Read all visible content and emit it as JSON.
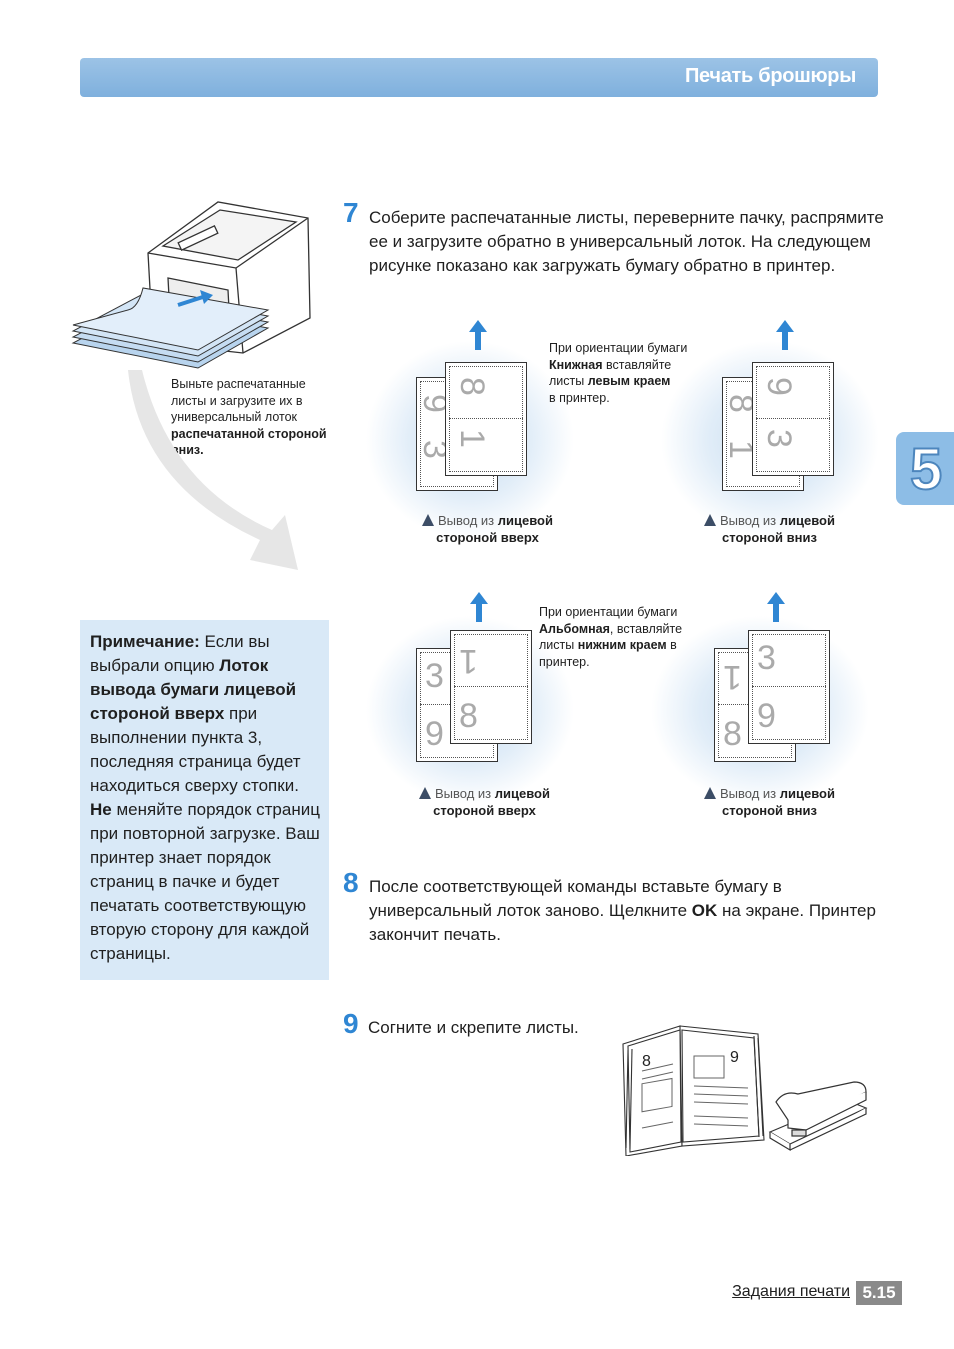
{
  "header": {
    "title": "Печать брошюры"
  },
  "side_tab": {
    "chapter": "5"
  },
  "step7": {
    "number": "7",
    "line1": "Соберите распечатанные листы, переверните пачку, распрямите",
    "line2": "ее и загрузите обратно в универсальный лоток. На следующем",
    "line3": "рисунке показано как загружать бумагу обратно в принтер."
  },
  "printer_caption": {
    "line1": "Выньте распечатанные",
    "line2": "листы и загрузите их в",
    "line3": "универсальный лоток",
    "line4": "распечатанной стороной",
    "line5": "вниз."
  },
  "portrait_caption": {
    "line1": "При ориентации бумаги",
    "line2_bold": "Книжная",
    "line2_rest": " вставляйте",
    "line3_pre": "листы ",
    "line3_bold": "левым краем",
    "line4": "в принтер."
  },
  "landscape_caption": {
    "line1": "При ориентации бумаги",
    "line2_bold": "Альбомная",
    "line2_rest": ", вставляйте",
    "line3_pre": "листы ",
    "line3_bold": "нижним краем",
    "line3_post": " в",
    "line4": "принтер."
  },
  "tray_labels": {
    "out_prefix": "Вывод из ",
    "face_bold": "лицевой",
    "up": "стороной вверх",
    "down": "стороной вниз"
  },
  "diagram_digits": {
    "portrait_up_front": [
      "8",
      "1"
    ],
    "portrait_up_back": [
      "9",
      "3"
    ],
    "portrait_down_front": [
      "9",
      "3"
    ],
    "portrait_down_back": [
      "8",
      "1"
    ],
    "landscape_up_front": [
      "1",
      "8"
    ],
    "landscape_up_back": [
      "3",
      "9"
    ],
    "landscape_down_front": [
      "3",
      "9"
    ],
    "landscape_down_back": [
      "1",
      "8"
    ]
  },
  "note": {
    "title": "Примечание:",
    "t1": " Если вы выбрали опцию ",
    "b1": "Лоток вывода бумаги лицевой стороной вверх",
    "t2": " при выполнении пункта 3, последняя страница будет находиться сверху стопки. ",
    "b2": "Не",
    "t3": " меняйте порядок страниц при повторной загрузке. Ваш принтер знает порядок страниц в пачке и будет печатать соответствующую вторую сторону для каждой страницы."
  },
  "step8": {
    "number": "8",
    "line1": "После соответствующей команды вставьте бумагу в",
    "line2_pre": "универсальный лоток заново. Щелкните ",
    "line2_bold": "OK",
    "line2_post": " на экране. Принтер",
    "line3": "закончит печать."
  },
  "step9": {
    "number": "9",
    "text": "Согните и скрепите листы.",
    "booklet_pages": [
      "8",
      "9"
    ]
  },
  "footer": {
    "section": "Задания печати",
    "page": "5.15"
  },
  "colors": {
    "accent": "#2f86d3",
    "header_bar": "#8dbde6",
    "note_bg": "#d9e9f7"
  }
}
